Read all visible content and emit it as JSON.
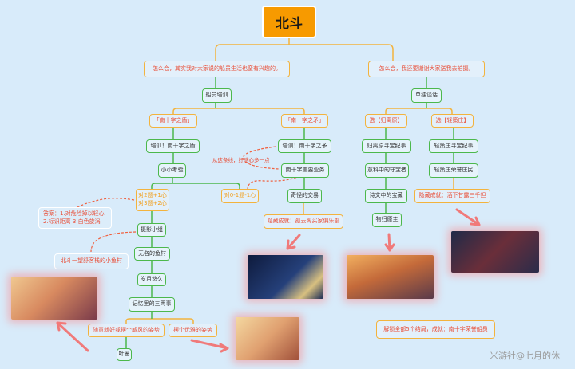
{
  "title": "北斗",
  "left": {
    "intro": "怎么会，其实我对大家说的船员生活也蛮有兴趣的。",
    "branch": "船员培训",
    "shield": {
      "label": "「南十字之盾」",
      "train": "培训！南十字之盾",
      "test": "小小考验",
      "good": [
        "对2题+1心",
        "对3题+2心"
      ],
      "bad": "对0-1题-1心",
      "answer": [
        "答案：1.对危险掉以轻心",
        "2.标识距离  3.白色旋涡"
      ],
      "photo": "摄影小组",
      "photo_note": "北斗一望舒客栈的小鱼村",
      "village": "无名的鱼村",
      "years": "岁月悠久",
      "memory": "记忆里的三两事",
      "pose1": "随意就好或摆个威风的姿势",
      "pose2": "摆个优雅的姿势",
      "end": "叶圈"
    },
    "spear": {
      "label": "「南十字之矛」",
      "train": "培训！南十字之矛",
      "note": "从这条线，好感心多一点",
      "business": "南十字重要业务",
      "trade": "奇怪的交易",
      "hidden": "隐藏成就：孤云阁买家俱乐部"
    }
  },
  "right": {
    "intro": "怎么会，我还要谢谢大家送我去拍摄。",
    "branch": "单独谈话",
    "guili": {
      "label": "选【归离原】",
      "items": [
        "归离原寻宝纪事",
        "意料中的守宝者",
        "诗文中的宝藏",
        "物归原主"
      ]
    },
    "qingce": {
      "label": "选【轻策庄】",
      "items": [
        "轻策庄寻宝纪事",
        "轻策庄荣誉庄民"
      ],
      "hidden": "隐藏成就：洒下甘露三千担"
    }
  },
  "final": "解锁全部5个结局，成就：南十字荣誉船员",
  "watermark": "米游社@七月的休"
}
